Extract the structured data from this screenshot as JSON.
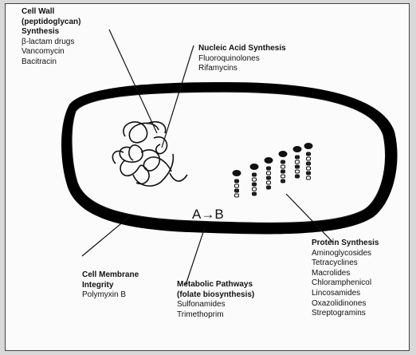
{
  "targets": {
    "cell_wall": {
      "heading": [
        "Cell Wall",
        "(peptidoglycan)",
        "Synthesis"
      ],
      "drugs": [
        "β-lactam drugs",
        "Vancomycin",
        "Bacitracin"
      ]
    },
    "nucleic_acid": {
      "heading": [
        "Nucleic Acid Synthesis"
      ],
      "drugs": [
        "Fluoroquinolones",
        "Rifamycins"
      ]
    },
    "cell_membrane": {
      "heading": [
        "Cell Membrane",
        "Integrity"
      ],
      "drugs": [
        "Polymyxin B"
      ]
    },
    "metabolic": {
      "heading": [
        "Metabolic Pathways",
        "(folate biosynthesis)"
      ],
      "drugs": [
        "Sulfonamides",
        "Trimethoprim"
      ]
    },
    "protein": {
      "heading": [
        "Protein Synthesis"
      ],
      "drugs": [
        "Aminoglycosides",
        "Tetracyclines",
        "Macrolides",
        "Chloramphenicol",
        "Lincosamides",
        "Oxazolidinones",
        "Streptogramins"
      ]
    }
  },
  "reaction": "A→B",
  "colors": {
    "ink": "#111111",
    "cell_wall": "#000000",
    "background": "#fbfbfb",
    "outer": "#d9d9d9"
  },
  "icons": {
    "dna": "dna-coil-icon",
    "ribosome": "ribosome-chain-icon"
  }
}
